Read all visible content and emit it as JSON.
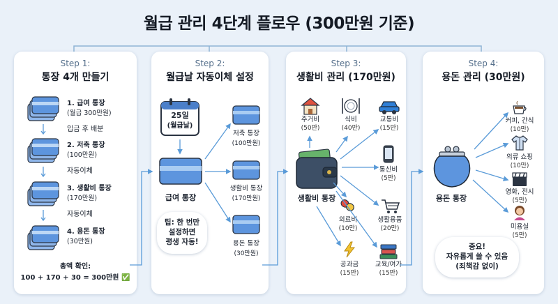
{
  "title": "월급 관리 4단계 플로우 (300만원 기준)",
  "colors": {
    "background": "#eaf1f9",
    "card_blue": "#5d95de",
    "arrow": "#5a9bd8",
    "frame_line": "#8fb4d6"
  },
  "step1": {
    "num": "Step 1:",
    "title": "통장 4개 만들기",
    "accounts": [
      {
        "name": "1. 급여 통장",
        "amount": "(월급 300만원)"
      },
      {
        "name": "2. 저축 통장",
        "amount": "(100만원)"
      },
      {
        "name": "3. 생활비 통장",
        "amount": "(170만원)"
      },
      {
        "name": "4. 용돈 통장",
        "amount": "(30만원)"
      }
    ],
    "connectors": [
      "입금 후 배분",
      "자동이체",
      "자동이체"
    ],
    "total_label": "총액 확인:",
    "total_formula": "100 + 170 + 30 = 300만원 ✅"
  },
  "step2": {
    "num": "Step 2:",
    "title": "월급날 자동이체 설정",
    "calendar_day": "25일",
    "calendar_label": "(월급날)",
    "source": "급여 통장",
    "targets": [
      {
        "name": "저축 통장",
        "amount": "(100만원)"
      },
      {
        "name": "생활비 통장",
        "amount": "(170만원)"
      },
      {
        "name": "용돈 통장",
        "amount": "(30만원)"
      }
    ],
    "tip_lines": [
      "팁: 한 번만",
      "설정하면",
      "평생 자동!"
    ]
  },
  "step3": {
    "num": "Step 3:",
    "title": "생활비 관리 (170만원)",
    "source": "생활비 통장",
    "categories": [
      {
        "name": "주거비",
        "amount": "(50만)",
        "icon": "house-icon"
      },
      {
        "name": "식비",
        "amount": "(40만)",
        "icon": "utensils-icon"
      },
      {
        "name": "교통비",
        "amount": "(15만)",
        "icon": "car-icon"
      },
      {
        "name": "통신비",
        "amount": "(5만)",
        "icon": "phone-icon"
      },
      {
        "name": "의료비",
        "amount": "(10만)",
        "icon": "pill-icon"
      },
      {
        "name": "생활용품",
        "amount": "(20만)",
        "icon": "cart-icon"
      },
      {
        "name": "공과금",
        "amount": "(15만)",
        "icon": "lightning-icon"
      },
      {
        "name": "교육/여가",
        "amount": "(15만)",
        "icon": "books-icon"
      }
    ]
  },
  "step4": {
    "num": "Step 4:",
    "title": "용돈 관리 (30만원)",
    "source": "용돈 통장",
    "categories": [
      {
        "name": "커피, 간식",
        "amount": "(10만)",
        "icon": "coffee-icon"
      },
      {
        "name": "의류 쇼핑",
        "amount": "(10만)",
        "icon": "shirt-icon"
      },
      {
        "name": "영화, 전시",
        "amount": "(5만)",
        "icon": "clapperboard-icon"
      },
      {
        "name": "미용실",
        "amount": "(5만)",
        "icon": "hairdresser-icon"
      }
    ],
    "note_lines": [
      "중요!",
      "자유롭게 쓸 수 있음",
      "(죄책감 없이)"
    ]
  }
}
